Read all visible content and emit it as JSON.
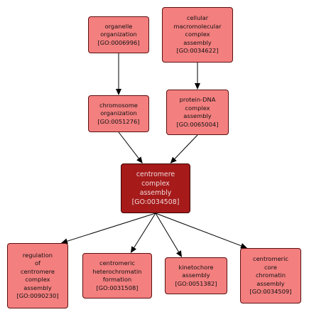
{
  "nodes": [
    {
      "key": "go0006996",
      "label": "organelle\norganization\n[GO:0006996]"
    },
    {
      "key": "go0034622",
      "label": "cellular\nmacromolecular\ncomplex\nassembly\n[GO:0034622]"
    },
    {
      "key": "go0051276",
      "label": "chromosome\norganization\n[GO:0051276]"
    },
    {
      "key": "go0065004",
      "label": "protein-DNA\ncomplex\nassembly\n[GO:0065004]"
    },
    {
      "key": "go0034508",
      "label": "centromere\ncomplex\nassembly\n[GO:0034508]"
    },
    {
      "key": "go0090230",
      "label": "regulation\nof\ncentromere\ncomplex\nassembly\n[GO:0090230]"
    },
    {
      "key": "go0031508",
      "label": "centromeric\nheterochromatin\nformation\n[GO:0031508]"
    },
    {
      "key": "go0051382",
      "label": "kinetochore\nassembly\n[GO:0051382]"
    },
    {
      "key": "go0034509",
      "label": "centromeric\ncore\nchromatin\nassembly\n[GO:0034509]"
    }
  ],
  "edges": [
    {
      "from": "go0006996",
      "to": "go0051276"
    },
    {
      "from": "go0034622",
      "to": "go0065004"
    },
    {
      "from": "go0051276",
      "to": "go0034508"
    },
    {
      "from": "go0065004",
      "to": "go0034508"
    },
    {
      "from": "go0034508",
      "to": "go0090230"
    },
    {
      "from": "go0034508",
      "to": "go0031508"
    },
    {
      "from": "go0034508",
      "to": "go0051382"
    },
    {
      "from": "go0034508",
      "to": "go0034509"
    }
  ],
  "colors": {
    "node_fill": "#f47f7f",
    "focus_fill": "#a61a1a",
    "border": "#5c1010",
    "edge": "#000000"
  }
}
